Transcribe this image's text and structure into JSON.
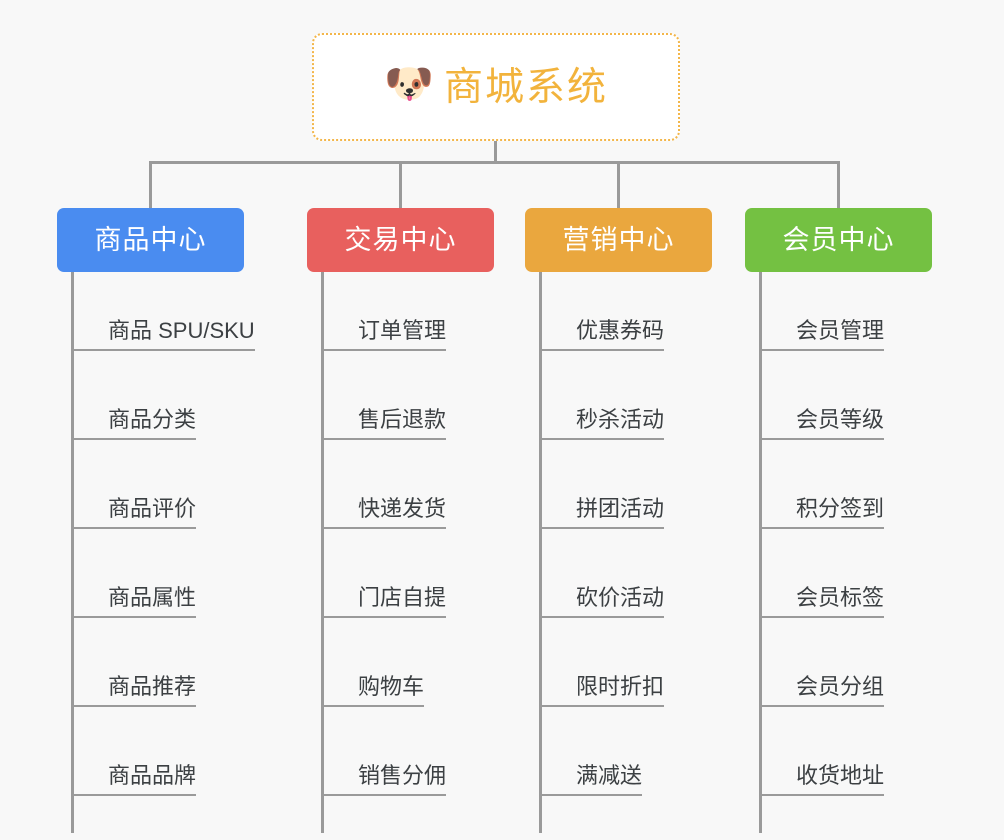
{
  "diagram": {
    "background_color": "#f8f8f8",
    "connector_color": "#9a9a9a",
    "root": {
      "icon": "shiba-dog-face-icon",
      "icon_glyph": "🐶",
      "title": "商城系统",
      "title_color": "#f2b33c",
      "border_color": "#f3b64a",
      "border_style": "dotted"
    },
    "columns": [
      {
        "id": "product-center",
        "label": "商品中心",
        "color": "#4a8cf0",
        "color_class": "blue",
        "items": [
          "商品 SPU/SKU",
          "商品分类",
          "商品评价",
          "商品属性",
          "商品推荐",
          "商品品牌"
        ]
      },
      {
        "id": "trade-center",
        "label": "交易中心",
        "color": "#e8605e",
        "color_class": "red",
        "items": [
          "订单管理",
          "售后退款",
          "快递发货",
          "门店自提",
          "购物车",
          "销售分佣"
        ]
      },
      {
        "id": "marketing-center",
        "label": "营销中心",
        "color": "#eaa73e",
        "color_class": "orange",
        "items": [
          "优惠券码",
          "秒杀活动",
          "拼团活动",
          "砍价活动",
          "限时折扣",
          "满减送"
        ]
      },
      {
        "id": "member-center",
        "label": "会员中心",
        "color": "#74c142",
        "color_class": "green",
        "items": [
          "会员管理",
          "会员等级",
          "积分签到",
          "会员标签",
          "会员分组",
          "收货地址"
        ]
      }
    ]
  }
}
